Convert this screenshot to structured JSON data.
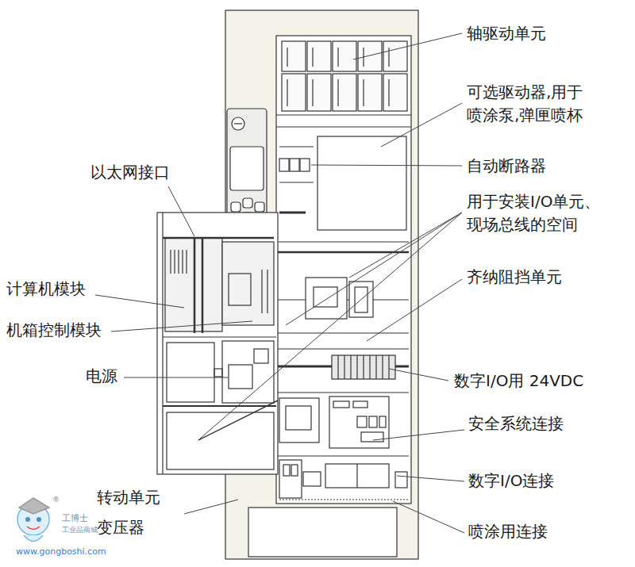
{
  "diagram": {
    "labels": [
      "轴驱动单元",
      "可选驱动器,用于 喷涂泵,弹匣喷杯",
      "自动断路器",
      "以太网接口",
      "用于安装I/O单元、 现场总线的空间",
      "齐纳阻挡单元",
      "计算机模块",
      "机箱控制模块",
      "电源",
      "数字I/O用 24VDC",
      "安全系统连接",
      "数字I/O连接",
      "转动单元 变压器",
      "喷涂用连接",
      "®",
      "工博士",
      "工业品商城",
      "www.gongboshi.com"
    ]
  }
}
